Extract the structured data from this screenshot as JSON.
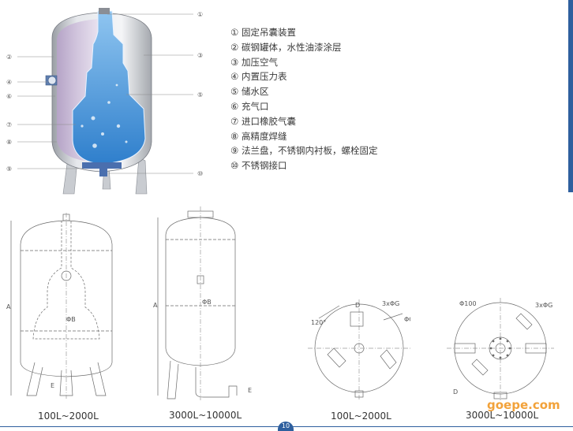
{
  "legend": [
    "① 固定吊囊装置",
    "② 碳钢罐体，水性油漆涂层",
    "③ 加压空气",
    "④ 内置压力表",
    "⑤ 储水区",
    "⑥ 充气口",
    "⑦ 进口橡胶气囊",
    "⑧ 高精度焊缝",
    "⑨ 法兰盘，不锈钢内衬板，螺栓固定",
    "⑩ 不锈钢接口"
  ],
  "callouts": {
    "c1": "①",
    "c2": "②",
    "c3": "③",
    "c4": "④",
    "c5": "⑤",
    "c6": "⑥",
    "c7": "⑦",
    "c8": "⑧",
    "c9": "⑨",
    "c10": "⑩"
  },
  "captions": {
    "front_small": "100L~2000L",
    "front_large": "3000L~10000L",
    "top_small": "100L~2000L",
    "top_large": "3000L~10000L"
  },
  "dims": {
    "A": "A",
    "B": "B",
    "C": "C",
    "E": "E",
    "D": "D",
    "phiB": "ΦB",
    "phiC": "ΦC",
    "angle120": "120°",
    "bolt": "3xΦG",
    "phi100": "Φ100"
  },
  "page_number": "10",
  "watermark": "goepe.com",
  "colors": {
    "accent": "#2e5f9e",
    "water": "#5aa3e0",
    "watermark": "#f2a23a"
  }
}
